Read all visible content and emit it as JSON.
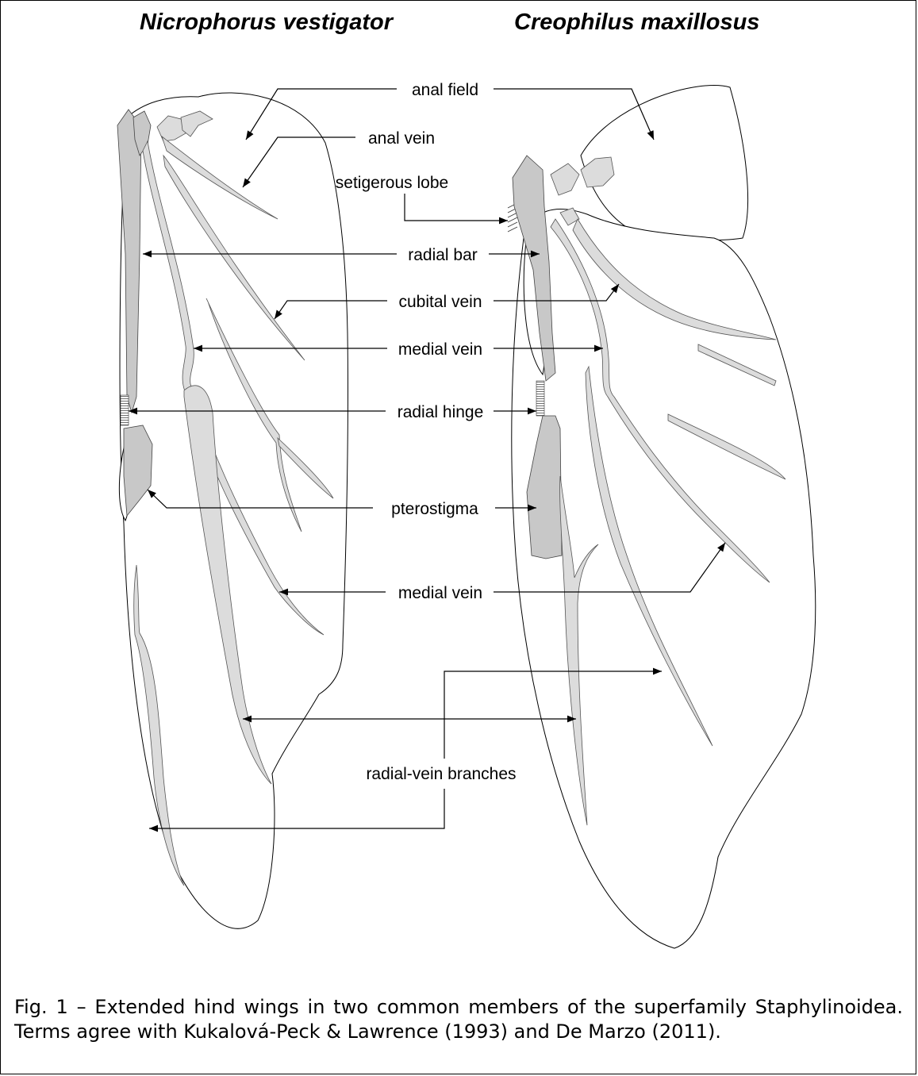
{
  "titles": {
    "left": "Nicrophorus vestigator",
    "right": "Creophilus maxillosus"
  },
  "labels": {
    "anal_field": "anal field",
    "anal_vein": "anal vein",
    "setigerous_lobe": "setigerous lobe",
    "radial_bar": "radial bar",
    "cubital_vein": "cubital vein",
    "medial_vein_upper": "medial vein",
    "radial_hinge": "radial hinge",
    "pterostigma": "pterostigma",
    "medial_vein_lower": "medial vein",
    "radial_vein_branches": "radial-vein branches"
  },
  "caption": "Fig. 1 – Extended hind wings in two common members of the superfamily Staphylinoidea. Terms agree with Kukalová-Peck & Lawrence (1993) and De Marzo (2011)."
}
